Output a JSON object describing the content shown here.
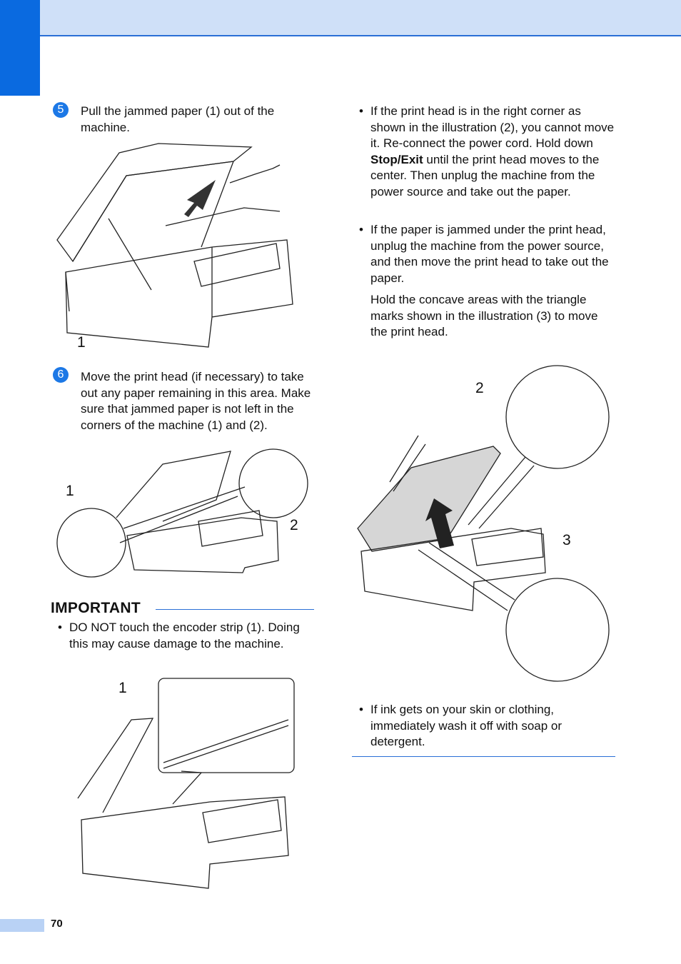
{
  "steps": [
    {
      "marker": "5",
      "text": "Pull the jammed paper (1) out of the machine."
    },
    {
      "marker": "6",
      "text": "Move the print head (if necessary) to take out any paper remaining in this area. Make sure that jammed paper is not left in the corners of the machine (1) and (2)."
    }
  ],
  "important": {
    "title": "IMPORTANT",
    "bullet": "DO NOT touch the encoder strip (1). Doing this may cause damage to the machine."
  },
  "right_column": {
    "bullet1_pre": "If the print head is in the right corner as shown in the illustration (2), you cannot move it. Re-connect the power cord. Hold down ",
    "bullet1_bold": "Stop/Exit",
    "bullet1_post": " until the print head moves to the center. Then unplug the machine from the power source and take out the paper.",
    "bullet2": "If the paper is jammed under the print head, unplug the machine from the power source, and then move the print head to take out the paper.",
    "bullet2_cont": "Hold the concave areas with the triangle marks shown in the illustration (3) to move the print head.",
    "bullet3": "If ink gets on your skin or clothing, immediately wash it off with soap or detergent."
  },
  "figure_labels": {
    "fig1": [
      "1"
    ],
    "fig2": [
      "1",
      "2"
    ],
    "fig3": [
      "1"
    ],
    "fig4": [
      "2",
      "3"
    ]
  },
  "bullet_glyph": "•",
  "page_number": "70",
  "colors": {
    "accent": "#0a6ae0",
    "header": "#cfe0f8",
    "rule": "#2a6fd6"
  }
}
